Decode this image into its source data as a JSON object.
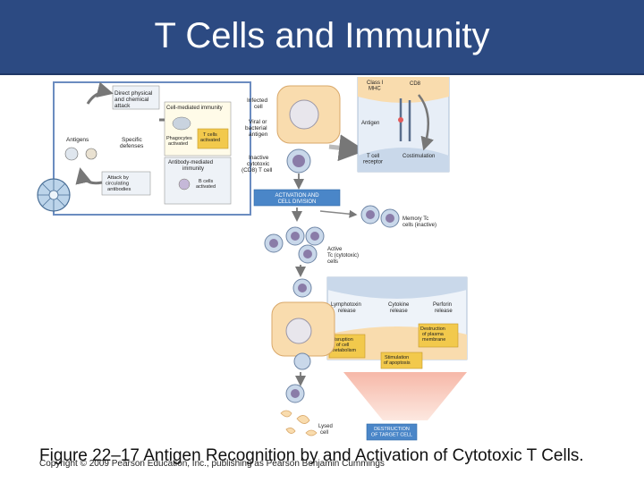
{
  "header": {
    "title": "T Cells and Immunity"
  },
  "overview": {
    "direct_attack": "Direct physical and chemical attack",
    "cell_mediated": "Cell-mediated immunity",
    "phagocytes": "Phagocytes activated",
    "t_cells": "T cells activated",
    "antigens": "Antigens",
    "specific_defenses": "Specific defenses",
    "antibody_mediated": "Antibody-mediated immunity",
    "b_cells": "B cells activated",
    "attack_antibodies": "Attack by circulating antibodies"
  },
  "labels": {
    "infected_cell": "Infected cell",
    "viral_antigen": "Viral or bacterial antigen",
    "inactive_tc": "Inactive cytotoxic (CD8) T cell",
    "class_mhc": "Class I MHC",
    "cd8": "CD8",
    "antigen": "Antigen",
    "tcell_receptor": "T cell receptor",
    "costimulation": "Costimulation",
    "activation": "ACTIVATION AND CELL DIVISION",
    "memory": "Memory Tc cells (inactive)",
    "active_tc": "Active Tc (cytotoxic) cells",
    "lymphotoxin": "Lymphotoxin release",
    "cytokine": "Cytokine release",
    "perforin": "Perforin release",
    "disruption": "Disruption of cell metabolism",
    "destruction_membrane": "Destruction of plasma membrane",
    "apoptosis": "Stimulation of apoptosis",
    "lysed": "Lysed cell",
    "destruction_target": "DESTRUCTION OF TARGET CELL"
  },
  "caption": "Figure 22–17 Antigen Recognition by and Activation of Cytotoxic T Cells.",
  "copyright": "Copyright © 2009 Pearson Education, Inc., publishing as Pearson Benjamin Cummings",
  "colors": {
    "title_bar": "#2c4a82",
    "accent_box": "#4a86c8",
    "highlight": "#f2c94c",
    "cell_fill": "#f9dcae"
  }
}
